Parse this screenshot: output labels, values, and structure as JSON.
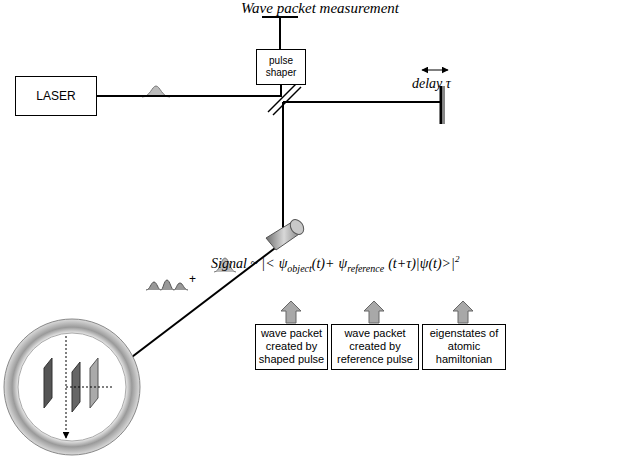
{
  "diagram": {
    "title": "Wave packet measurement",
    "nodes": [
      {
        "text": [
          "LASER"
        ]
      },
      {
        "text": [
          "pulse shaper"
        ]
      },
      {
        "text": [
          "wave packet created by shaped pulse"
        ]
      },
      {
        "text": [
          "wave packet created by reference pulse"
        ]
      },
      {
        "text": [
          "eigenstates of atomic hamiltonian"
        ]
      }
    ],
    "edges": [
      {
        "from": 0,
        "to": 1,
        "arrow": "none"
      }
    ],
    "labels": [
      "delay τ",
      "+",
      "Signal ~ |<",
      "ψ",
      "object",
      "(t)+",
      "ψ",
      "reference",
      "(t+τ)|ψ(t)>|",
      "2"
    ]
  }
}
